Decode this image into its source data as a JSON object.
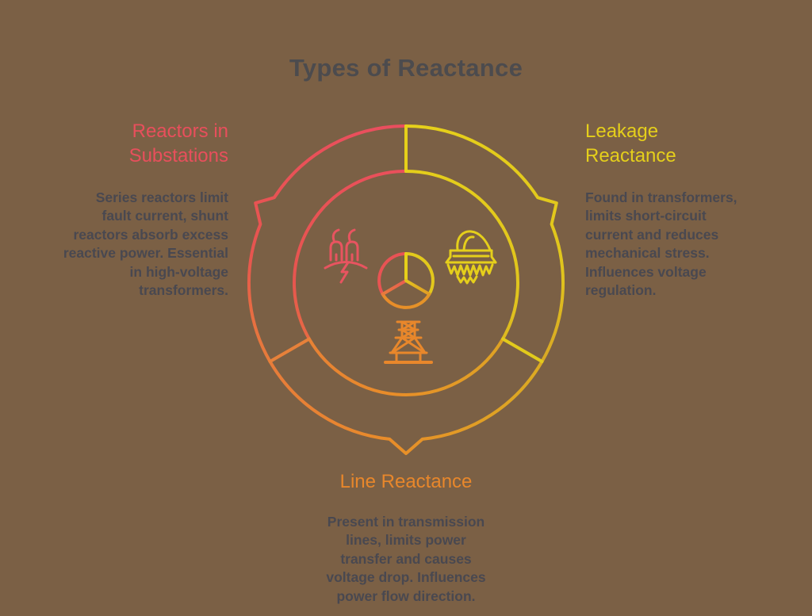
{
  "title": "Types of Reactance",
  "colors": {
    "background": "#7b6045",
    "heading_text": "#4c4b4e",
    "body_text": "#494850",
    "red": "#e84f5c",
    "yellow": "#e5cf1b",
    "orange": "#e8872b"
  },
  "segments": [
    {
      "label": "Reactors in Substations",
      "heading_lines": [
        "Reactors in",
        "Substations"
      ],
      "description_lines": [
        "Series reactors limit",
        "fault current, shunt",
        "reactors absorb excess",
        "reactive power. Essential",
        "in high-voltage",
        "transformers."
      ],
      "color": "#e84f5c",
      "icon": "power-plant-icon",
      "position": "left"
    },
    {
      "label": "Leakage Reactance",
      "heading_lines": [
        "Leakage",
        "Reactance"
      ],
      "description_lines": [
        "Found in transformers,",
        "limits short-circuit",
        "current and reduces",
        "mechanical stress.",
        "Influences voltage",
        "regulation."
      ],
      "color": "#e5cf1b",
      "icon": "transformer-icon",
      "position": "right"
    },
    {
      "label": "Line Reactance",
      "heading_lines": [
        "Line Reactance"
      ],
      "description_lines": [
        "Present in transmission",
        "lines, limits power",
        "transfer and causes",
        "voltage drop. Influences",
        "power flow direction."
      ],
      "color": "#e8872b",
      "icon": "transmission-tower-icon",
      "position": "bottom"
    }
  ]
}
